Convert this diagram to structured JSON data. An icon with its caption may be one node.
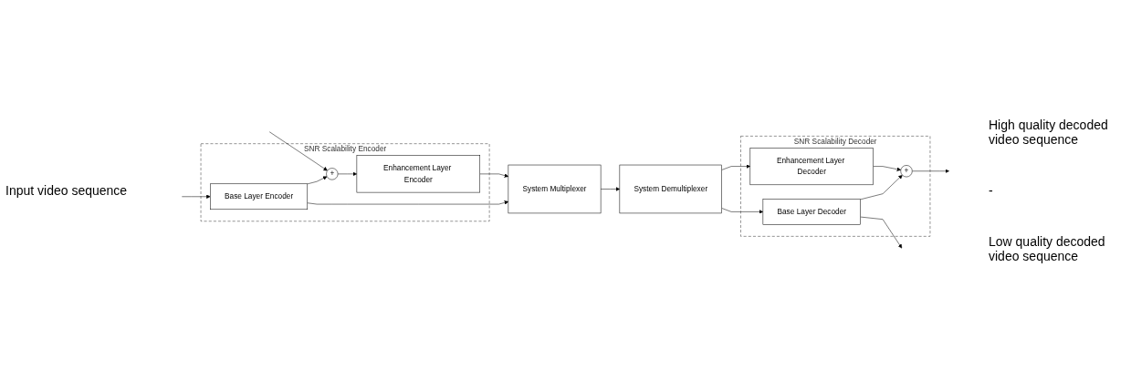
{
  "diagram": {
    "nodes": [
      {
        "text": [
          "SNR Scalability Encoder"
        ]
      },
      {
        "text": [
          "+"
        ],
        "in": 0
      },
      {
        "text": [
          "Enhancement Layer Encoder"
        ],
        "in": 0
      },
      {
        "text": [
          "Base Layer Encoder"
        ],
        "in": 0
      },
      {
        "text": [
          "System Multiplexer"
        ]
      },
      {
        "text": [
          "System Demultiplexer"
        ]
      },
      {
        "text": [
          "SNR Scalability Decoder"
        ]
      },
      {
        "text": [
          "Enhancement Layer Decoder"
        ],
        "in": 6
      },
      {
        "text": [
          "+"
        ],
        "in": 6
      },
      {
        "text": [
          "Base Layer Decoder"
        ],
        "in": 6
      }
    ],
    "edges": [
      {
        "from": null,
        "to": 1,
        "arrow": "to"
      },
      {
        "from": null,
        "to": 3,
        "arrow": "to"
      },
      {
        "from": 1,
        "to": 2,
        "arrow": "to"
      },
      {
        "from": 3,
        "to": 1,
        "arrow": "to"
      },
      {
        "from": 2,
        "to": 4,
        "arrow": "to"
      },
      {
        "from": 3,
        "to": 4,
        "arrow": "to"
      },
      {
        "from": 4,
        "to": 5,
        "arrow": "to"
      },
      {
        "from": 5,
        "to": 7,
        "arrow": "to"
      },
      {
        "from": 5,
        "to": 9,
        "arrow": "to"
      },
      {
        "from": 7,
        "to": 8,
        "arrow": "to"
      },
      {
        "from": 9,
        "to": 8,
        "arrow": "to"
      },
      {
        "from": 8,
        "to": null,
        "arrow": "to"
      },
      {
        "from": 9,
        "to": null,
        "arrow": "to"
      }
    ],
    "labels": [
      "Input video sequence",
      "High quality decoded video sequence",
      "-",
      "Low quality decoded video sequence"
    ]
  }
}
